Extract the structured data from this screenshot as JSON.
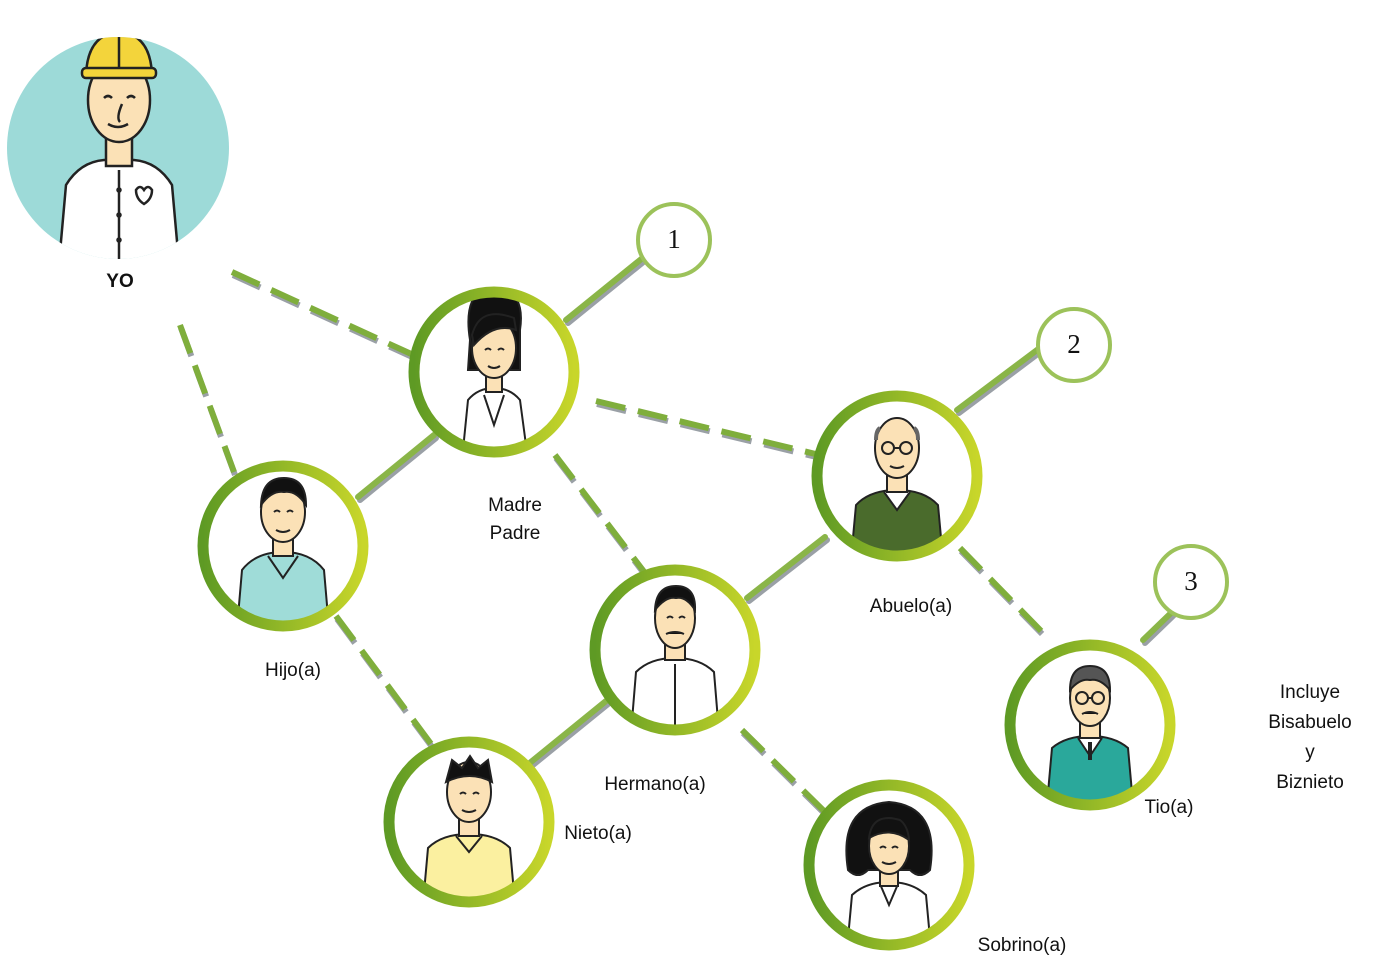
{
  "diagram": {
    "self_label": "YO",
    "relatives": {
      "madre_padre": [
        "Madre",
        "Padre"
      ],
      "hijo": "Hijo(a)",
      "hermano": "Hermano(a)",
      "abuelo": "Abuelo(a)",
      "nieto": "Nieto(a)",
      "sobrino": "Sobrino(a)",
      "tio": "Tio(a)"
    },
    "degrees": [
      "1",
      "2",
      "3"
    ],
    "note": [
      "Incluye",
      "Bisabuelo y",
      "Biznieto"
    ]
  },
  "colors": {
    "ring_dark": "#5e9a24",
    "ring_light": "#c8d62a",
    "connector": "#8ab548",
    "dashed": "#7fae3c",
    "shadow": "#9aa0a6",
    "yo_bg": "#9ddad8",
    "helmet": "#f3d43b",
    "skin": "#fbe1b6",
    "teal_shirt": "#9fdcd8",
    "yellow_shirt": "#fbf0a0",
    "green_sweater": "#4a6b2c",
    "teal_sweater": "#2aa89b"
  }
}
